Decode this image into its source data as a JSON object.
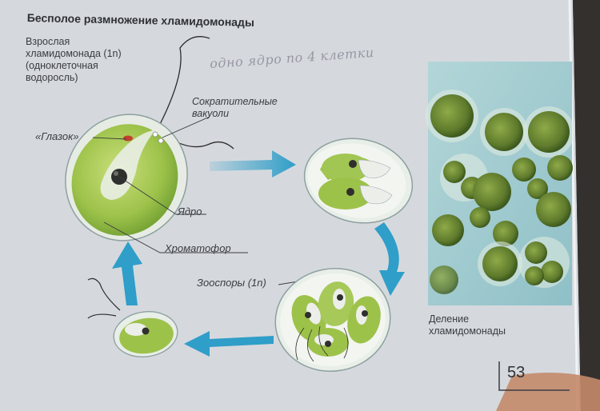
{
  "title": "Бесполое размножение хламидомонады",
  "adult_caption": [
    "Взрослая",
    "хламидомонада (1n)",
    "(одноклеточная",
    "водоросль)"
  ],
  "handwritten_note": "одно ядро по 4 клетки",
  "labels": {
    "vacuoles": [
      "Сократительные",
      "вакуоли"
    ],
    "eyespot": "«Глазок»",
    "nucleus": "Ядро",
    "chromatophore": "Хроматофор",
    "zoospores": "Зооспоры (1n)"
  },
  "photo_caption": [
    "Деление",
    "хламидомонады"
  ],
  "page_number": "53",
  "colors": {
    "page": "#d8dbe0",
    "cell_green": "#96bf42",
    "arrow_blue": "#2f9ec8",
    "photo_bg": "#a9cfd3"
  }
}
